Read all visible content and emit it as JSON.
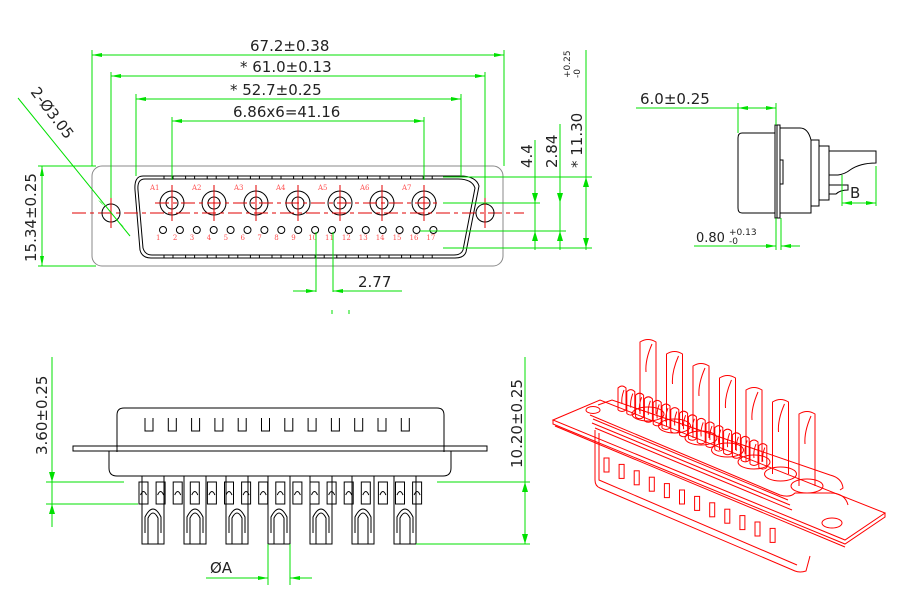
{
  "drawing": {
    "subject": "D-SUB 17W2 coaxial/high-power connector (17 signal + 7 power contacts)",
    "colors": {
      "dimension": "#00e000",
      "object": "#000000",
      "centerline": "#e00000",
      "pin_label": "#ff5050",
      "isometric": "#ff0000"
    },
    "front_view": {
      "dimensions": {
        "overall_width": "67.2±0.38",
        "mounting_hole_spacing": "* 61.0±0.13",
        "shell_width": "* 52.7±0.25",
        "power_pitch": "6.86x6=41.16",
        "mounting_hole": "2-Ø3.05",
        "flange_height": "15.34±0.25",
        "signal_pitch": "2.77",
        "dim_4_4": "4.4",
        "dim_2_84": "2.84",
        "shell_height": "* 11.30",
        "shell_height_tol_upper": "+0.25",
        "shell_height_tol_lower": "-0"
      },
      "power_contacts": [
        "A1",
        "A2",
        "A3",
        "A4",
        "A5",
        "A6",
        "A7"
      ],
      "signal_contacts": [
        "1",
        "2",
        "3",
        "4",
        "5",
        "6",
        "7",
        "8",
        "9",
        "10",
        "11",
        "12",
        "13",
        "14",
        "15",
        "16",
        "17"
      ]
    },
    "side_view": {
      "dimensions": {
        "shell_depth": "6.0±0.25",
        "flange_thickness": "0.80",
        "flange_thickness_tol_upper": "+0.13",
        "flange_thickness_tol_lower": "-0",
        "tail_length": "B"
      }
    },
    "bottom_view": {
      "dimensions": {
        "signal_tail_height": "3.60±0.25",
        "power_tail_height": "10.20±0.25",
        "power_tail_diameter": "ØA"
      },
      "slot_count": 12,
      "power_tail_count": 7,
      "signal_tail_count": 17
    },
    "isometric_view": {
      "label": "isometric-3d-view"
    }
  }
}
